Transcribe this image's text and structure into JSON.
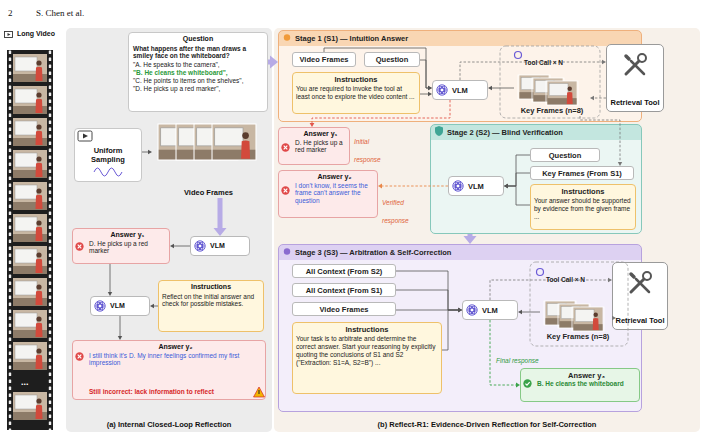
{
  "diagram": {
    "nodes": [
      {
        "text": [
          "Long Video"
        ]
      },
      {
        "text": [
          "(a) Internal Closed-Loop Reflection"
        ]
      },
      {
        "text": [
          "Question",
          "What happens after the man draws a smiley face on the whiteboard?",
          "\"A. He speaks to the camera\",",
          "\"B. He cleans the whiteboard\",",
          "\"C. He points to items on the shelves\",",
          "\"D. He picks up a red marker\","
        ],
        "in": 1
      },
      {
        "text": [
          "Uniform Sampling"
        ],
        "in": 1
      },
      {
        "text": [
          "Video Frames"
        ],
        "in": 1
      },
      {
        "text": [
          "Answer y₁",
          "D. He picks up a red marker"
        ],
        "in": 1
      },
      {
        "text": [
          "VLM"
        ],
        "in": 1
      },
      {
        "text": [
          "VLM"
        ],
        "in": 1
      },
      {
        "text": [
          "Instructions",
          "Reflect on the initial answer and check for possible mistakes."
        ],
        "in": 1
      },
      {
        "text": [
          "Answer y₂",
          "I still think it's D. My inner feelings confirmed my first impression",
          "Still incorrect: lack information to reflect"
        ],
        "in": 1
      },
      {
        "text": [
          "(b) Reflect-R1: Evidence-Driven Reflection for Self-Correction"
        ]
      },
      {
        "text": [
          "Stage 1 (S1) — Intuition Answer"
        ],
        "in": 10
      },
      {
        "text": [
          "Video Frames"
        ],
        "in": 11
      },
      {
        "text": [
          "Question"
        ],
        "in": 11
      },
      {
        "text": [
          "Instructions",
          "You are required to invoke the tool at least once to explore the video content ..."
        ],
        "in": 11
      },
      {
        "text": [
          "VLM"
        ],
        "in": 11
      },
      {
        "text": [
          "Key Frames (n=8)"
        ],
        "in": 11
      },
      {
        "text": [
          "Retrieval Tool"
        ],
        "in": 10
      },
      {
        "text": [
          "Answer y₁",
          "D. He picks up a red marker"
        ],
        "in": 10
      },
      {
        "text": [
          "Stage 2 (S2) — Blind Verification"
        ],
        "in": 10
      },
      {
        "text": [
          "VLM"
        ],
        "in": 19
      },
      {
        "text": [
          "Question"
        ],
        "in": 19
      },
      {
        "text": [
          "Key Frames (From S1)"
        ],
        "in": 19
      },
      {
        "text": [
          "Instructions",
          "Your answer should be supported by evidence from the given frame ..."
        ],
        "in": 19
      },
      {
        "text": [
          "Answer y₂",
          "I don't know, it seems the frame can't answer the question"
        ],
        "in": 10
      },
      {
        "text": [
          "Stage 3 (S3) — Arbitration & Self-Correction"
        ],
        "in": 10
      },
      {
        "text": [
          "All Context (From S2)"
        ],
        "in": 25
      },
      {
        "text": [
          "All Context (From S1)"
        ],
        "in": 25
      },
      {
        "text": [
          "Video Frames"
        ],
        "in": 25
      },
      {
        "text": [
          "Instructions",
          "Your task is to arbitrate and determine the correct answer. Start your reasoning by explicitly quoting the conclusions of S1 and S2 (\"Extraction: S1=A, S2=B\") ..."
        ],
        "in": 25
      },
      {
        "text": [
          "VLM"
        ],
        "in": 25
      },
      {
        "text": [
          "Key Frames (n=8)"
        ],
        "in": 25
      },
      {
        "text": [
          "Retrieval Tool"
        ],
        "in": 10
      },
      {
        "text": [
          "Answer y₃",
          "B. He cleans the whiteboard"
        ],
        "in": 25
      }
    ],
    "edges": [
      {
        "from": 3,
        "to": 4,
        "arrow": "to"
      },
      {
        "from": 2,
        "to": 11,
        "arrow": "to"
      },
      {
        "from": 4,
        "to": 6,
        "arrow": "to"
      },
      {
        "from": 6,
        "to": 5,
        "arrow": "to"
      },
      {
        "from": 5,
        "to": 7,
        "arrow": "to"
      },
      {
        "from": 8,
        "to": 7,
        "arrow": "to"
      },
      {
        "from": 7,
        "to": 9,
        "arrow": "to"
      },
      {
        "from": 12,
        "to": 15,
        "arrow": "to"
      },
      {
        "from": 13,
        "to": 15,
        "arrow": "to"
      },
      {
        "from": 14,
        "to": 15,
        "arrow": "to"
      },
      {
        "from": 15,
        "to": 17,
        "label": "Tool Call × N",
        "arrow": "to"
      },
      {
        "from": 17,
        "to": 16,
        "arrow": "to"
      },
      {
        "from": 16,
        "to": 15,
        "arrow": "to"
      },
      {
        "from": 15,
        "to": 18,
        "label": "Initial response",
        "arrow": "to"
      },
      {
        "from": 16,
        "to": 22,
        "arrow": "to"
      },
      {
        "from": 21,
        "to": 20,
        "arrow": "to"
      },
      {
        "from": 22,
        "to": 20,
        "arrow": "to"
      },
      {
        "from": 23,
        "to": 20,
        "arrow": "to"
      },
      {
        "from": 20,
        "to": 24,
        "label": "Verified response",
        "arrow": "to"
      },
      {
        "from": 19,
        "to": 25,
        "arrow": "to"
      },
      {
        "from": 26,
        "to": 30,
        "arrow": "to"
      },
      {
        "from": 27,
        "to": 30,
        "arrow": "to"
      },
      {
        "from": 28,
        "to": 30,
        "arrow": "to"
      },
      {
        "from": 29,
        "to": 30,
        "arrow": "to"
      },
      {
        "from": 30,
        "to": 32,
        "label": "Tool Call × N",
        "arrow": "to"
      },
      {
        "from": 32,
        "to": 31,
        "arrow": "to"
      },
      {
        "from": 31,
        "to": 30,
        "arrow": "to"
      },
      {
        "from": 30,
        "to": 33,
        "label": "Final response",
        "arrow": "to"
      }
    ],
    "labels": [
      "2",
      "S. Chen et al.",
      "..."
    ]
  }
}
